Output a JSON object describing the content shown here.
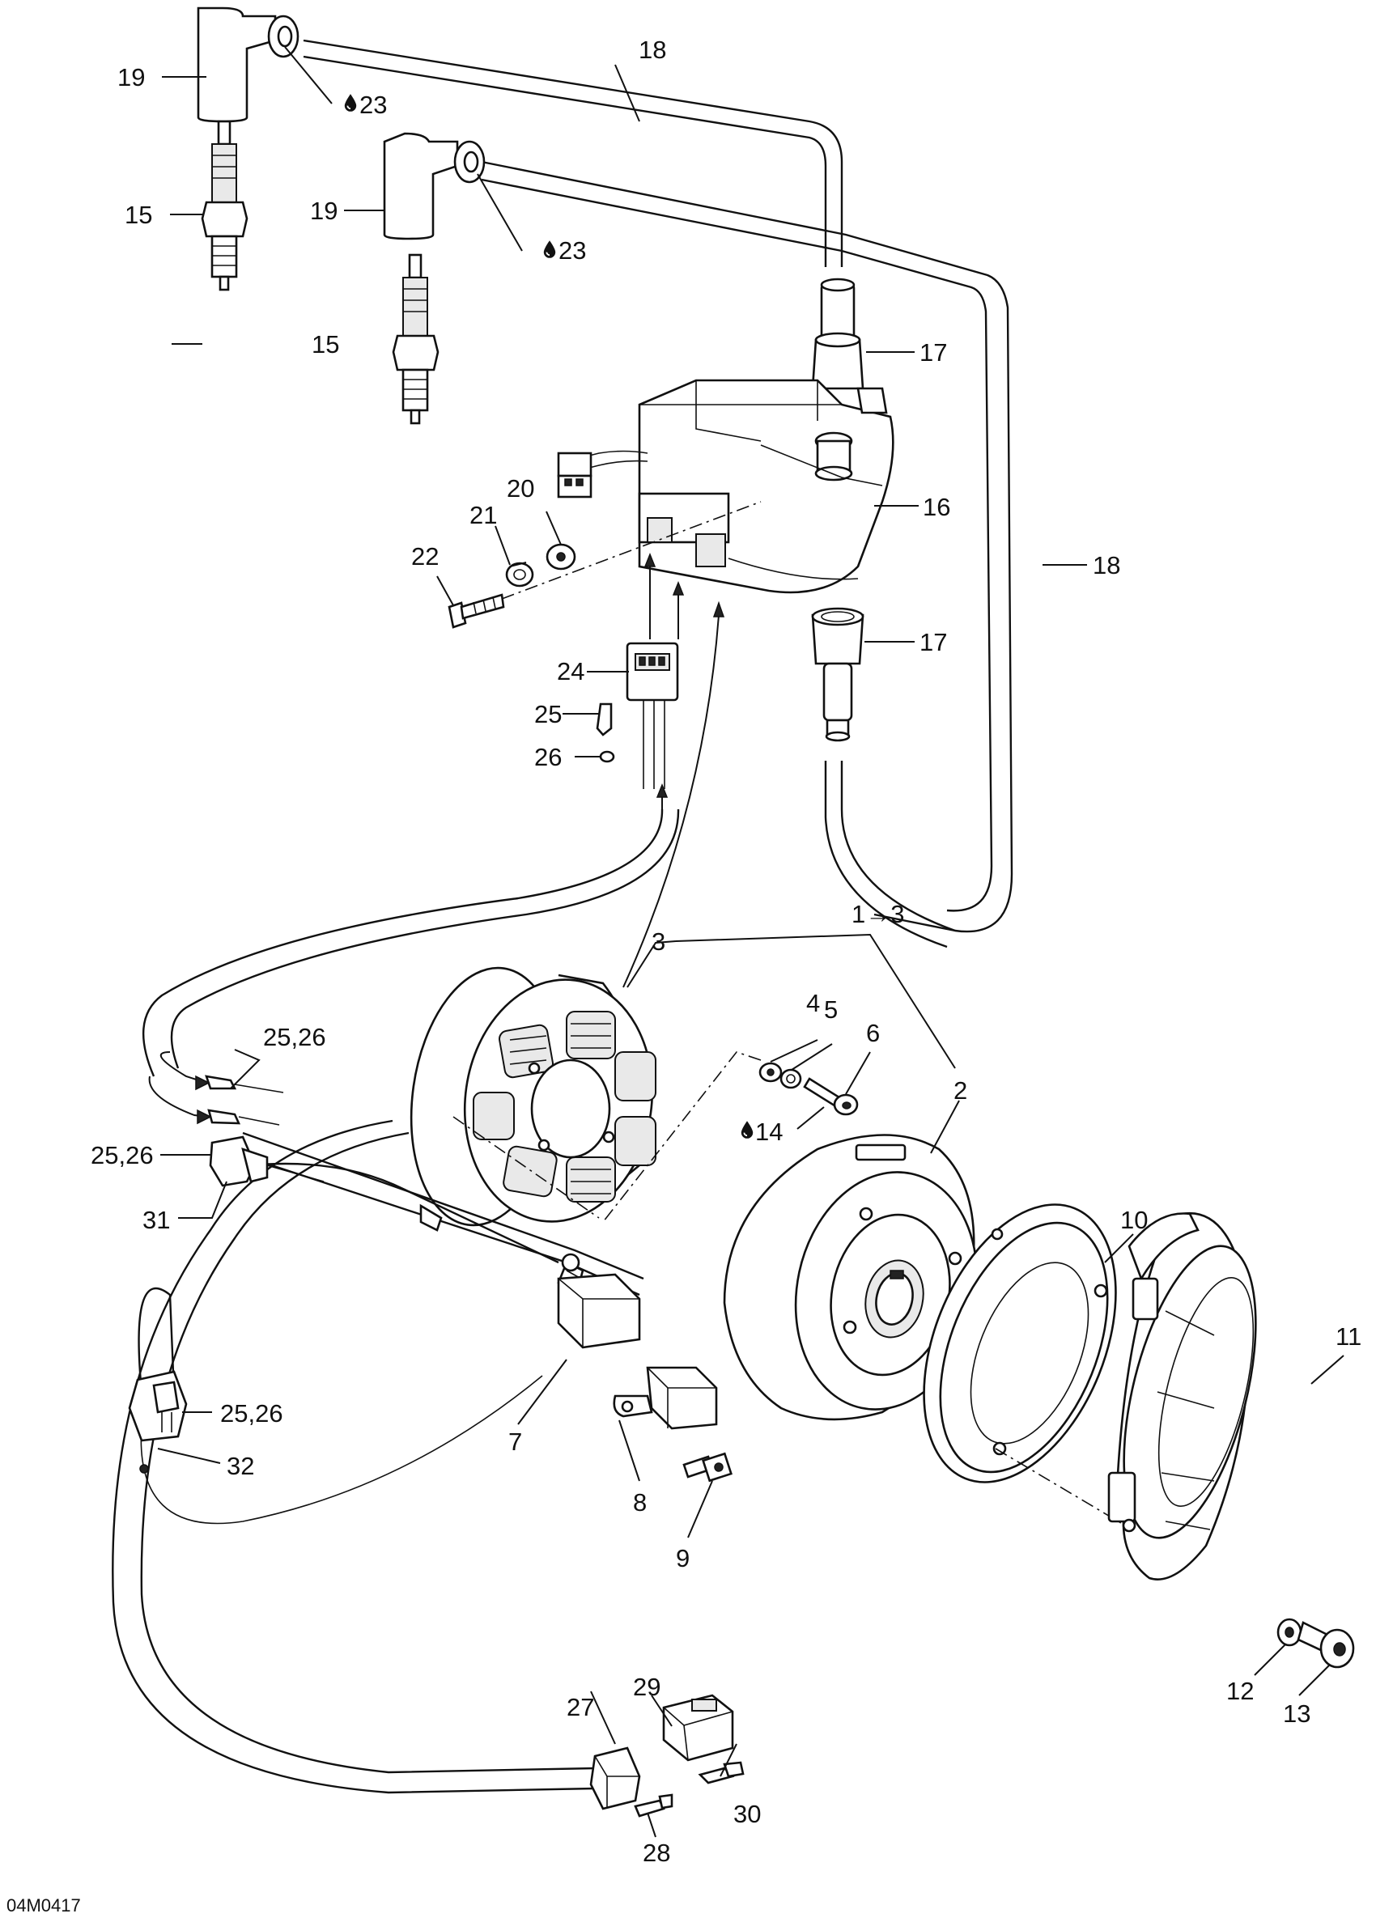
{
  "figure_code": "04M0417",
  "callouts": [
    {
      "id": "c1to3",
      "text": "1→3"
    },
    {
      "id": "c2",
      "text": "2"
    },
    {
      "id": "c3",
      "text": "3"
    },
    {
      "id": "c4",
      "text": "4"
    },
    {
      "id": "c5",
      "text": "5"
    },
    {
      "id": "c6",
      "text": "6"
    },
    {
      "id": "c7",
      "text": "7"
    },
    {
      "id": "c8",
      "text": "8"
    },
    {
      "id": "c9",
      "text": "9"
    },
    {
      "id": "c10",
      "text": "10"
    },
    {
      "id": "c11",
      "text": "11"
    },
    {
      "id": "c12",
      "text": "12"
    },
    {
      "id": "c13",
      "text": "13"
    },
    {
      "id": "c14",
      "text": "14",
      "icon": "oil-drop-icon"
    },
    {
      "id": "c15a",
      "text": "15"
    },
    {
      "id": "c15b",
      "text": "15"
    },
    {
      "id": "c16",
      "text": "16"
    },
    {
      "id": "c17a",
      "text": "17"
    },
    {
      "id": "c17b",
      "text": "17"
    },
    {
      "id": "c18a",
      "text": "18"
    },
    {
      "id": "c18b",
      "text": "18"
    },
    {
      "id": "c19a",
      "text": "19"
    },
    {
      "id": "c19b",
      "text": "19"
    },
    {
      "id": "c20",
      "text": "20"
    },
    {
      "id": "c21",
      "text": "21"
    },
    {
      "id": "c22",
      "text": "22"
    },
    {
      "id": "c23a",
      "text": "23",
      "icon": "oil-drop-icon"
    },
    {
      "id": "c23b",
      "text": "23",
      "icon": "oil-drop-icon"
    },
    {
      "id": "c24",
      "text": "24"
    },
    {
      "id": "c25",
      "text": "25"
    },
    {
      "id": "c26",
      "text": "26"
    },
    {
      "id": "c2526a",
      "text": "25,26"
    },
    {
      "id": "c2526b",
      "text": "25,26"
    },
    {
      "id": "c2526c",
      "text": "25,26"
    },
    {
      "id": "c27",
      "text": "27"
    },
    {
      "id": "c28",
      "text": "28"
    },
    {
      "id": "c29",
      "text": "29"
    },
    {
      "id": "c30",
      "text": "30"
    },
    {
      "id": "c31",
      "text": "31"
    },
    {
      "id": "c32",
      "text": "32"
    }
  ]
}
